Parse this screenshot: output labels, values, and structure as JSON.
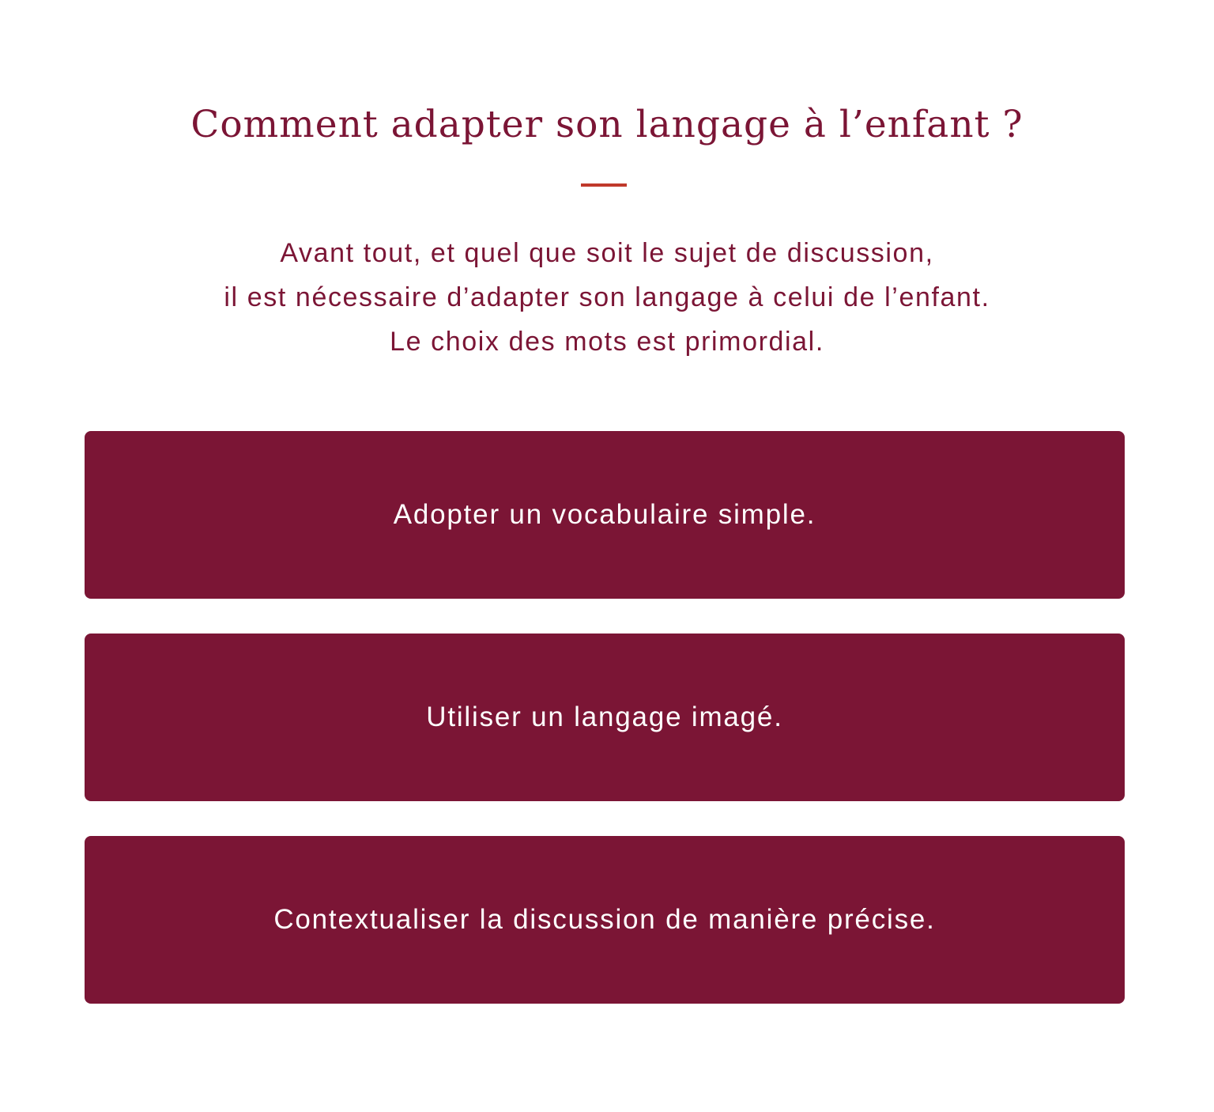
{
  "title": "Comment adapter son langage à l’enfant ?",
  "intro": {
    "lines": [
      "Avant tout, et quel que soit le sujet de discussion,",
      "il est nécessaire d’adapter son langage à celui de l’enfant.",
      "Le choix des mots est primordial."
    ]
  },
  "cards": [
    {
      "label": "Adopter un vocabulaire simple."
    },
    {
      "label": "Utiliser un langage imagé."
    },
    {
      "label": "Contextualiser la discussion de manière précise."
    }
  ],
  "colors": {
    "brand": "#7b1535",
    "accent": "#c0392b",
    "card_text": "#ffffff",
    "background": "#ffffff"
  }
}
